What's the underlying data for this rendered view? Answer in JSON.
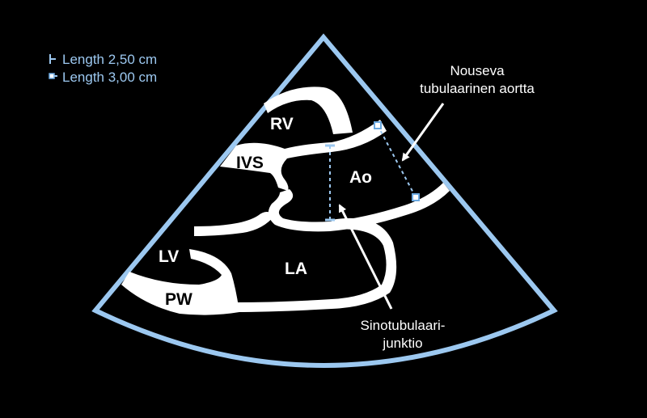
{
  "legend": {
    "items": [
      {
        "marker": "bar-caliper-marker",
        "text": "Length 2,50 cm"
      },
      {
        "marker": "square-caliper-marker",
        "text": "Length 3,00 cm"
      }
    ]
  },
  "structures": {
    "rv": "RV",
    "ivs": "IVS",
    "ao": "Ao",
    "lv": "LV",
    "pw": "PW",
    "la": "LA"
  },
  "annotations": {
    "ascending_aorta": [
      "Nouseva",
      "tubulaarinen aortta"
    ],
    "sinotubular_junction": [
      "Sinotubulaari-",
      "junktio"
    ]
  },
  "colors": {
    "background": "#000000",
    "sector_outline": "#9cc8f0",
    "tissue": "#ffffff",
    "caliper": "#9cc8f0"
  }
}
